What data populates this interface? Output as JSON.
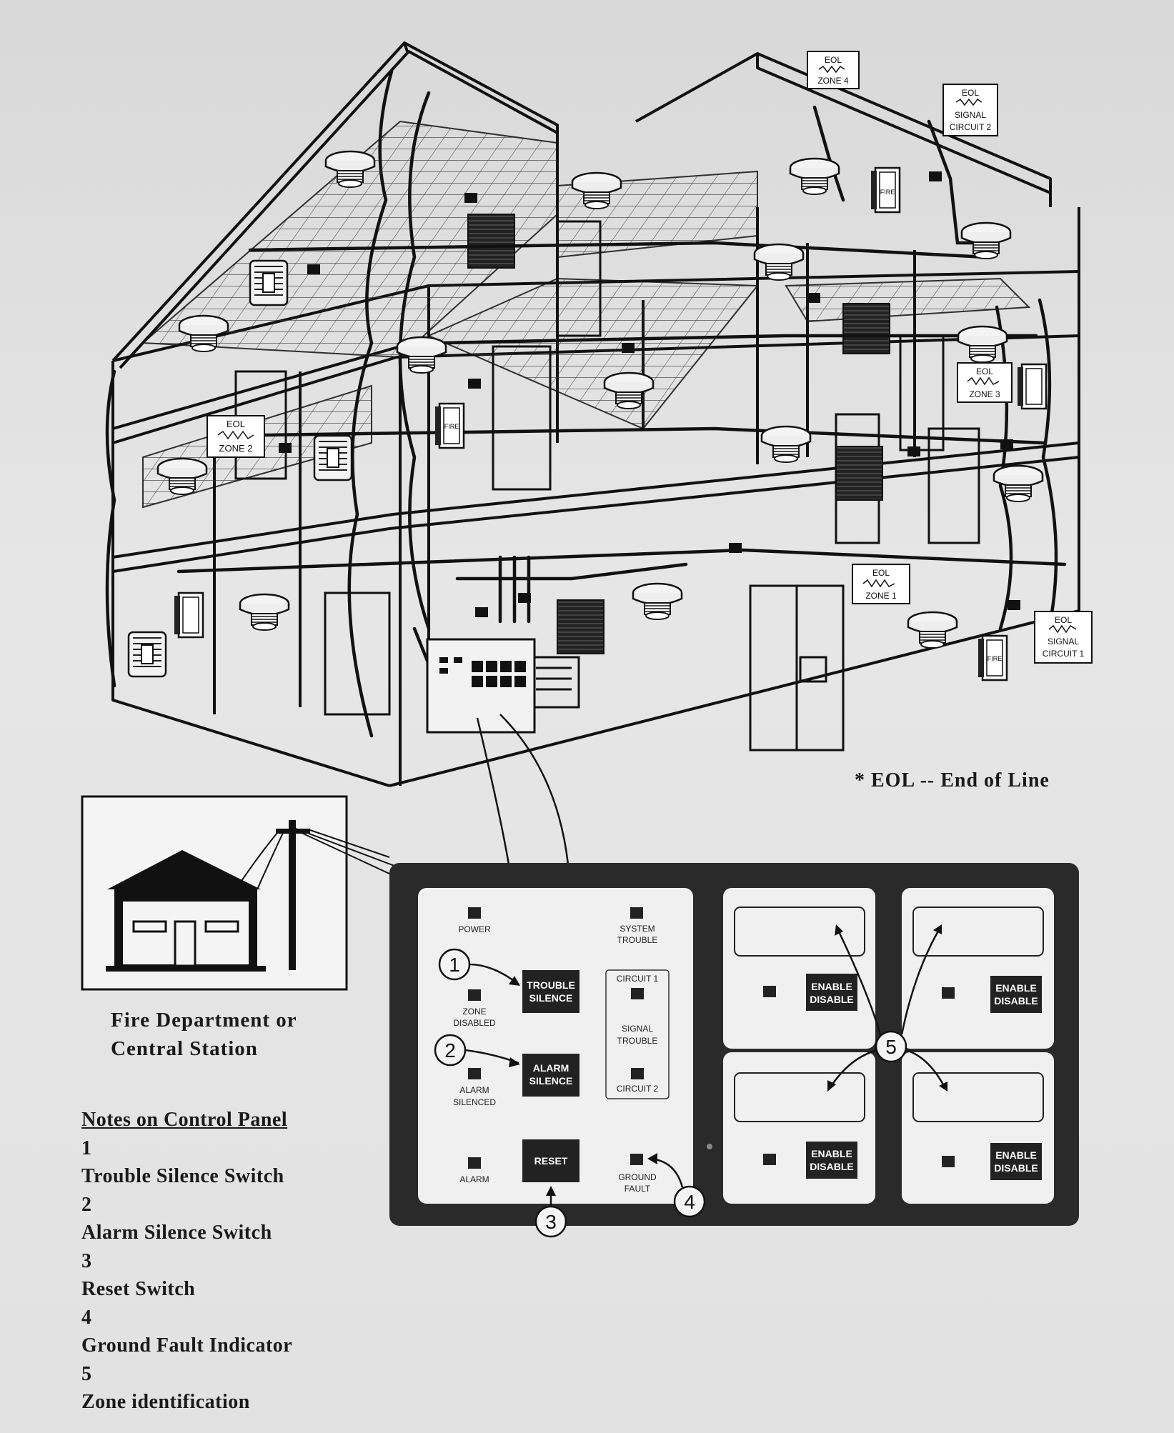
{
  "eol_labels": {
    "zone4": {
      "l1": "EOL",
      "l2": "ZONE 4"
    },
    "signal2": {
      "l1": "EOL",
      "l2": "SIGNAL",
      "l3": "CIRCUIT 2"
    },
    "zone2": {
      "l1": "EOL",
      "l2": "ZONE 2"
    },
    "zone3": {
      "l1": "EOL",
      "l2": "ZONE 3"
    },
    "zone1": {
      "l1": "EOL",
      "l2": "ZONE 1"
    },
    "signal1": {
      "l1": "EOL",
      "l2": "SIGNAL",
      "l3": "CIRCUIT 1"
    }
  },
  "pull_station_label": "FIRE",
  "footnote": "* EOL  -- End of Line",
  "station_caption": {
    "line1": "Fire Department  or",
    "line2": "Central  Station"
  },
  "control_panel": {
    "power": "POWER",
    "system_trouble_1": "SYSTEM",
    "system_trouble_2": "TROUBLE",
    "zone_disabled_1": "ZONE",
    "zone_disabled_2": "DISABLED",
    "alarm_silenced_1": "ALARM",
    "alarm_silenced_2": "SILENCED",
    "alarm": "ALARM",
    "ground_fault_1": "GROUND",
    "ground_fault_2": "FAULT",
    "trouble_silence_1": "TROUBLE",
    "trouble_silence_2": "SILENCE",
    "alarm_silence_1": "ALARM",
    "alarm_silence_2": "SILENCE",
    "reset": "RESET",
    "circuit1": "CIRCUIT 1",
    "signal_trouble_1": "SIGNAL",
    "signal_trouble_2": "TROUBLE",
    "circuit2": "CIRCUIT 2",
    "enable": "ENABLE",
    "disable": "DISABLE"
  },
  "callouts": [
    "1",
    "2",
    "3",
    "4",
    "5"
  ],
  "notes": {
    "title": "Notes on Control Panel",
    "items": [
      {
        "num": "1",
        "text": "Trouble Silence Switch"
      },
      {
        "num": "2",
        "text": "Alarm Silence Switch"
      },
      {
        "num": "3",
        "text": "Reset Switch"
      },
      {
        "num": "4",
        "text": "Ground Fault Indicator"
      },
      {
        "num": "5",
        "text": "Zone identification"
      }
    ]
  }
}
